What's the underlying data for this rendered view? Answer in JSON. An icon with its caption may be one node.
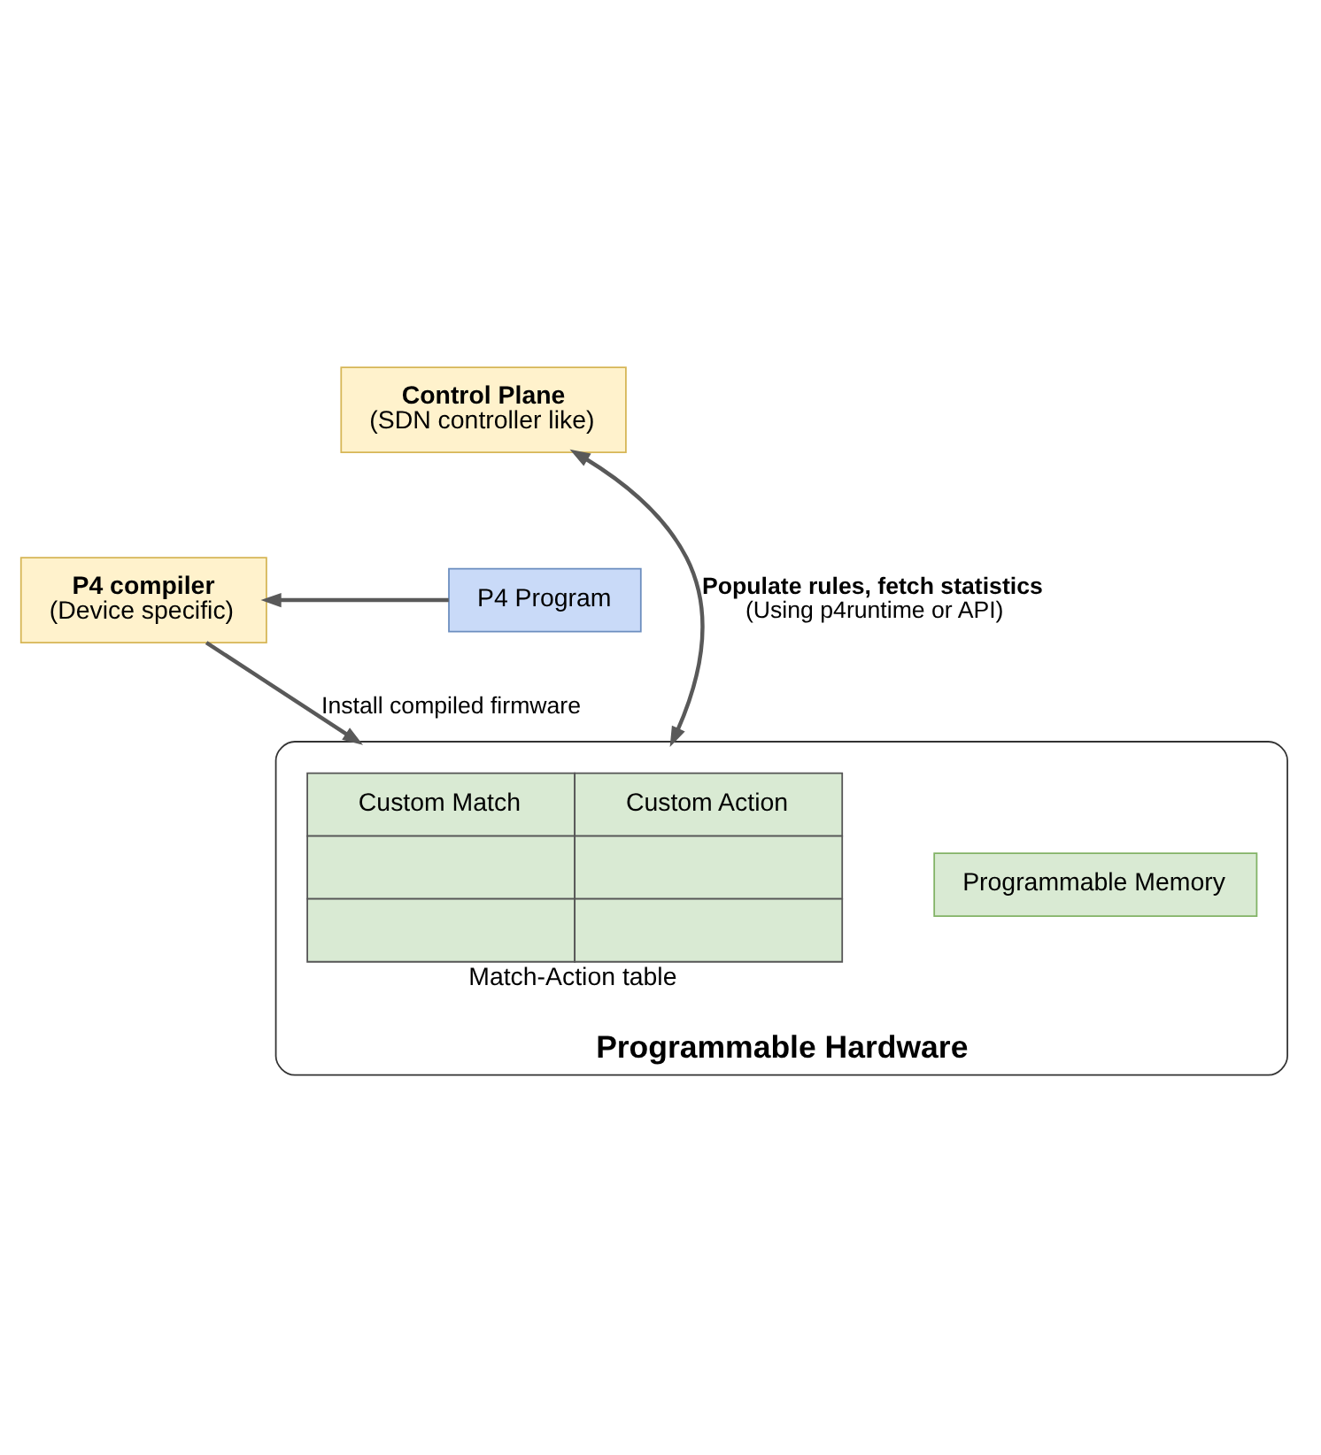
{
  "diagram": {
    "nodes": [
      {
        "text": [
          "Control Plane",
          "(SDN controller like)"
        ]
      },
      {
        "text": [
          "P4 Program"
        ]
      },
      {
        "text": [
          "P4 compiler",
          "(Device specific)"
        ]
      },
      {
        "text": [
          "Programmable Hardware"
        ]
      },
      {
        "text": [
          "Programmable Memory"
        ],
        "in": 3
      },
      {
        "text": [
          "Custom Match",
          "Custom Action"
        ],
        "beside": [
          "Match-Action table"
        ],
        "in": 3
      }
    ],
    "edges": [
      {
        "from": 1,
        "to": 2,
        "arrow": "to"
      },
      {
        "from": 2,
        "to": 3,
        "arrow": "to",
        "label": "Install compiled firmware"
      },
      {
        "from": 0,
        "to": 3,
        "arrow": "both",
        "label": "**Populate rules, fetch statistics** (Using p4runtime or API)"
      }
    ]
  }
}
